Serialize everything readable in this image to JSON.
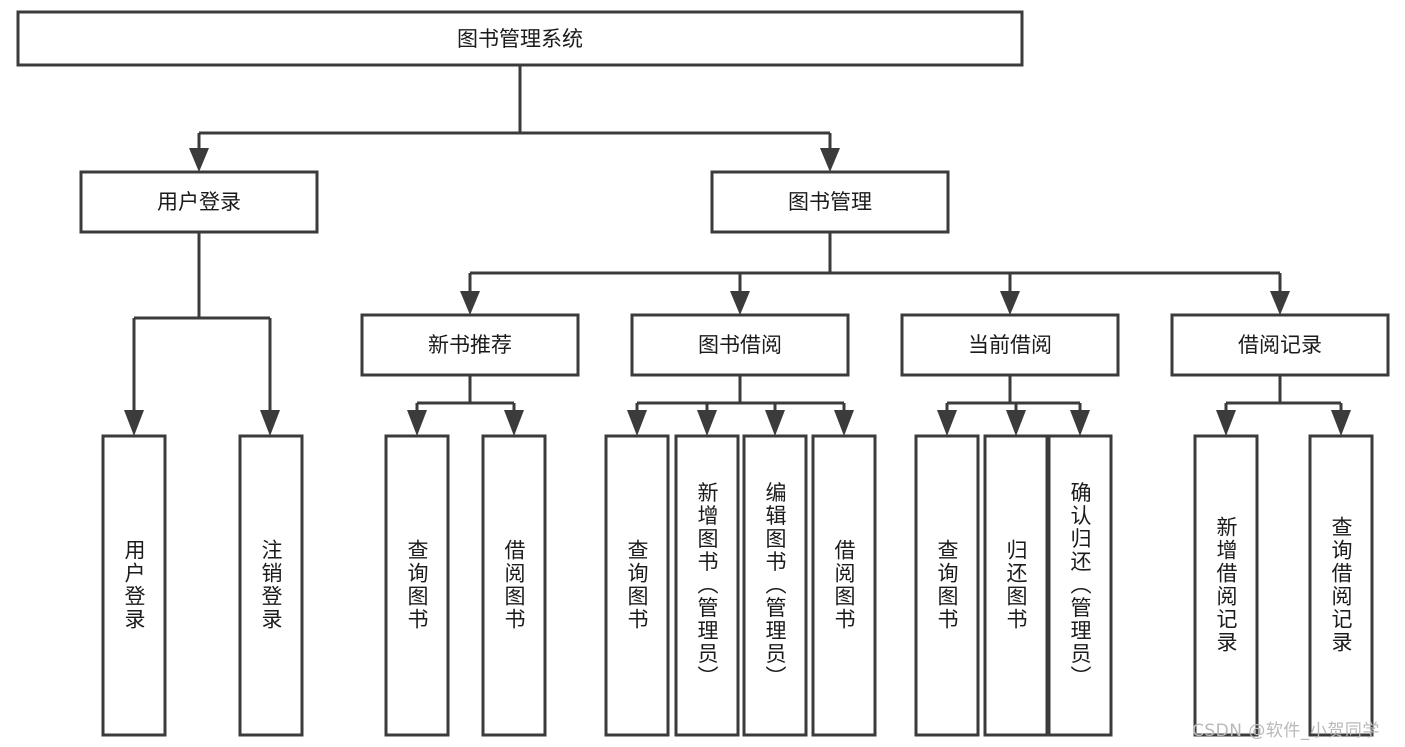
{
  "diagram": {
    "type": "tree-hierarchy",
    "title": "图书管理系统",
    "orientation": "top-down",
    "watermark": "CSDN @软件_小贺同学",
    "colors": {
      "box_stroke": "#3b3b3b",
      "box_fill": "#ffffff",
      "connector": "#3b3b3b",
      "text": "#1b1b1b",
      "watermark": "#b9b9b9",
      "background": "#ffffff"
    },
    "levels": {
      "root": {
        "label": "图书管理系统"
      },
      "level1": [
        {
          "id": "user-login",
          "label": "用户登录"
        },
        {
          "id": "book-manage",
          "label": "图书管理"
        }
      ],
      "level2": [
        {
          "id": "new-book-recommend",
          "label": "新书推荐",
          "parent": "book-manage"
        },
        {
          "id": "book-borrow",
          "label": "图书借阅",
          "parent": "book-manage"
        },
        {
          "id": "current-borrow",
          "label": "当前借阅",
          "parent": "book-manage"
        },
        {
          "id": "borrow-record",
          "label": "借阅记录",
          "parent": "book-manage"
        }
      ],
      "leaves": [
        {
          "id": "leaf-user-login",
          "label": "用户登录",
          "parent": "user-login"
        },
        {
          "id": "leaf-logout-login",
          "label": "注销登录",
          "parent": "user-login"
        },
        {
          "id": "leaf-query-book-1",
          "label": "查询图书",
          "parent": "new-book-recommend"
        },
        {
          "id": "leaf-borrow-book-1",
          "label": "借阅图书",
          "parent": "new-book-recommend"
        },
        {
          "id": "leaf-query-book-2",
          "label": "查询图书",
          "parent": "book-borrow"
        },
        {
          "id": "leaf-add-book",
          "label": "新增图书（管理员）",
          "parent": "book-borrow"
        },
        {
          "id": "leaf-edit-book",
          "label": "编辑图书（管理员）",
          "parent": "book-borrow"
        },
        {
          "id": "leaf-borrow-book-2",
          "label": "借阅图书",
          "parent": "book-borrow"
        },
        {
          "id": "leaf-query-book-3",
          "label": "查询图书",
          "parent": "current-borrow"
        },
        {
          "id": "leaf-return-book",
          "label": "归还图书",
          "parent": "current-borrow"
        },
        {
          "id": "leaf-confirm-return",
          "label": "确认归还（管理员）",
          "parent": "current-borrow"
        },
        {
          "id": "leaf-add-record",
          "label": "新增借阅记录",
          "parent": "borrow-record"
        },
        {
          "id": "leaf-query-record",
          "label": "查询借阅记录",
          "parent": "borrow-record"
        }
      ]
    }
  }
}
